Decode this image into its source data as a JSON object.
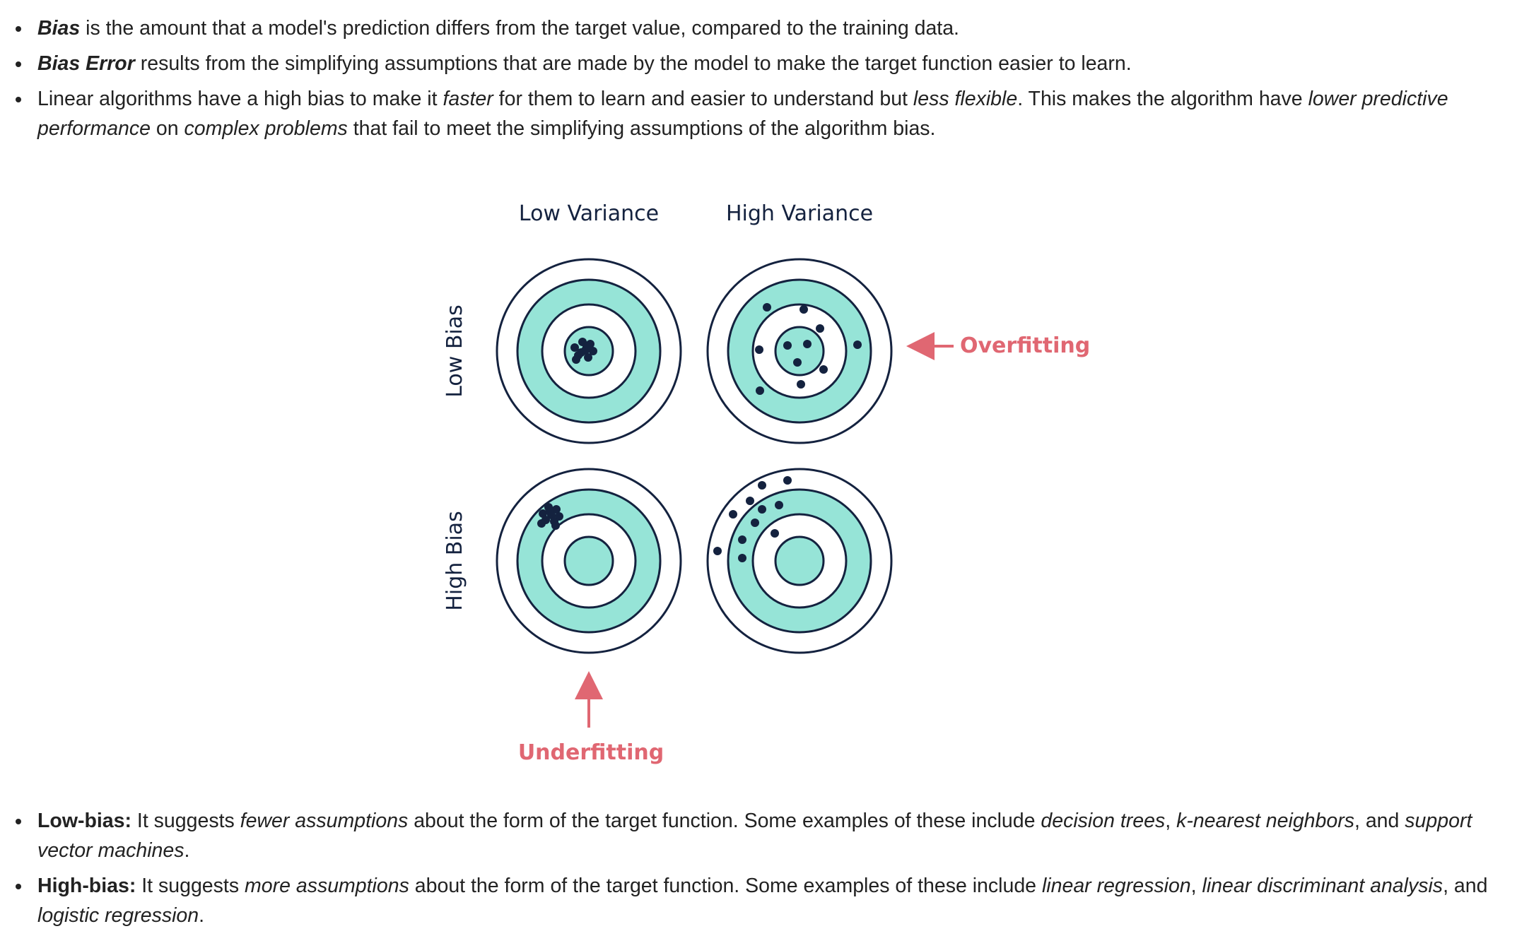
{
  "intro": [
    {
      "parts": [
        {
          "style": "bi",
          "text": "Bias"
        },
        {
          "style": "n",
          "text": " is the amount that a model's prediction differs from the target value, compared to the training data."
        }
      ]
    },
    {
      "parts": [
        {
          "style": "bi",
          "text": "Bias Error"
        },
        {
          "style": "n",
          "text": " results from the simplifying assumptions that are made by the model to make the target function easier to learn."
        }
      ]
    },
    {
      "parts": [
        {
          "style": "n",
          "text": "Linear algorithms have a high bias to make it "
        },
        {
          "style": "i",
          "text": "faster"
        },
        {
          "style": "n",
          "text": " for them to learn and easier to understand but "
        },
        {
          "style": "i",
          "text": "less flexible"
        },
        {
          "style": "n",
          "text": ". This makes the algorithm have "
        },
        {
          "style": "i",
          "text": "lower predictive performance"
        },
        {
          "style": "n",
          "text": " on "
        },
        {
          "style": "i",
          "text": "complex problems"
        },
        {
          "style": "n",
          "text": " that fail to meet the simplifying assumptions of the algorithm bias."
        }
      ]
    }
  ],
  "figure": {
    "col_headers": [
      "Low Variance",
      "High Variance"
    ],
    "row_headers": [
      "Low Bias",
      "High Bias"
    ],
    "overfitting_label": "Overfitting",
    "underfitting_label": "Underfitting",
    "colors": {
      "ring_fill": "#96e4d7",
      "ring_stroke": "#14223f",
      "dot": "#14223f",
      "header_text": "#14223f",
      "annotation": "#e06772"
    }
  },
  "outro": [
    {
      "parts": [
        {
          "style": "b",
          "text": "Low-bias:"
        },
        {
          "style": "n",
          "text": " It suggests "
        },
        {
          "style": "i",
          "text": "fewer assumptions"
        },
        {
          "style": "n",
          "text": " about the form of the target function. Some examples of these include "
        },
        {
          "style": "i",
          "text": "decision trees"
        },
        {
          "style": "n",
          "text": ", "
        },
        {
          "style": "i",
          "text": "k-nearest neighbors"
        },
        {
          "style": "n",
          "text": ", and "
        },
        {
          "style": "i",
          "text": "support vector machines"
        },
        {
          "style": "n",
          "text": "."
        }
      ]
    },
    {
      "parts": [
        {
          "style": "b",
          "text": "High-bias:"
        },
        {
          "style": "n",
          "text": " It suggests "
        },
        {
          "style": "i",
          "text": "more assumptions"
        },
        {
          "style": "n",
          "text": " about the form of the target function. Some examples of these include "
        },
        {
          "style": "i",
          "text": "linear regression"
        },
        {
          "style": "n",
          "text": ", "
        },
        {
          "style": "i",
          "text": "linear discriminant analysis"
        },
        {
          "style": "n",
          "text": ", and "
        },
        {
          "style": "i",
          "text": "logistic regression"
        },
        {
          "style": "n",
          "text": "."
        }
      ]
    }
  ]
}
